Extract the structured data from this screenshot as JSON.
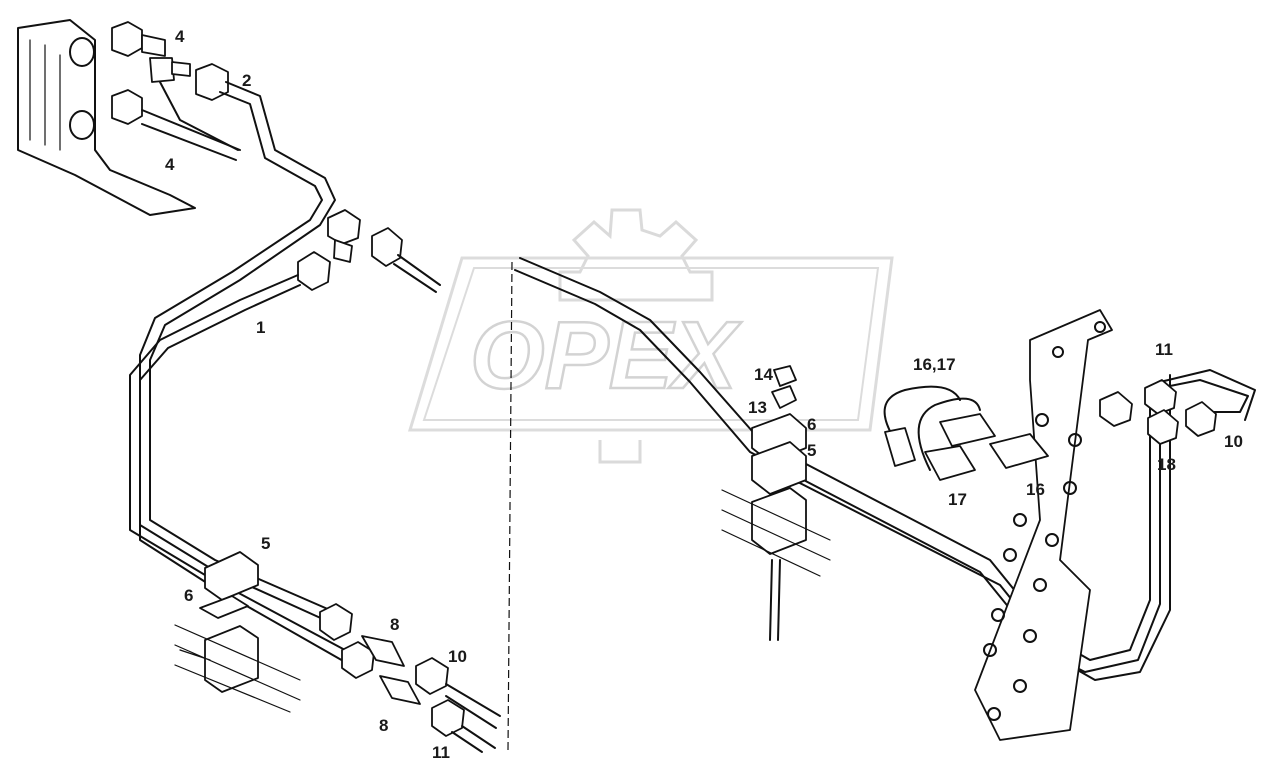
{
  "watermark": {
    "text": "OPEX",
    "color": "#c8c8c8"
  },
  "callouts": [
    {
      "id": "c-4a",
      "text": "4"
    },
    {
      "id": "c-2",
      "text": "2"
    },
    {
      "id": "c-4b",
      "text": "4"
    },
    {
      "id": "c-1",
      "text": "1"
    },
    {
      "id": "c-5a",
      "text": "5"
    },
    {
      "id": "c-6a",
      "text": "6"
    },
    {
      "id": "c-8a",
      "text": "8"
    },
    {
      "id": "c-10a",
      "text": "10"
    },
    {
      "id": "c-8b",
      "text": "8"
    },
    {
      "id": "c-11a",
      "text": "11"
    },
    {
      "id": "c-14",
      "text": "14"
    },
    {
      "id": "c-13",
      "text": "13"
    },
    {
      "id": "c-6b",
      "text": "6"
    },
    {
      "id": "c-5b",
      "text": "5"
    },
    {
      "id": "c-1617",
      "text": "16,17"
    },
    {
      "id": "c-17",
      "text": "17"
    },
    {
      "id": "c-16",
      "text": "16"
    },
    {
      "id": "c-11b",
      "text": "11"
    },
    {
      "id": "c-18",
      "text": "18"
    },
    {
      "id": "c-10b",
      "text": "10"
    }
  ]
}
